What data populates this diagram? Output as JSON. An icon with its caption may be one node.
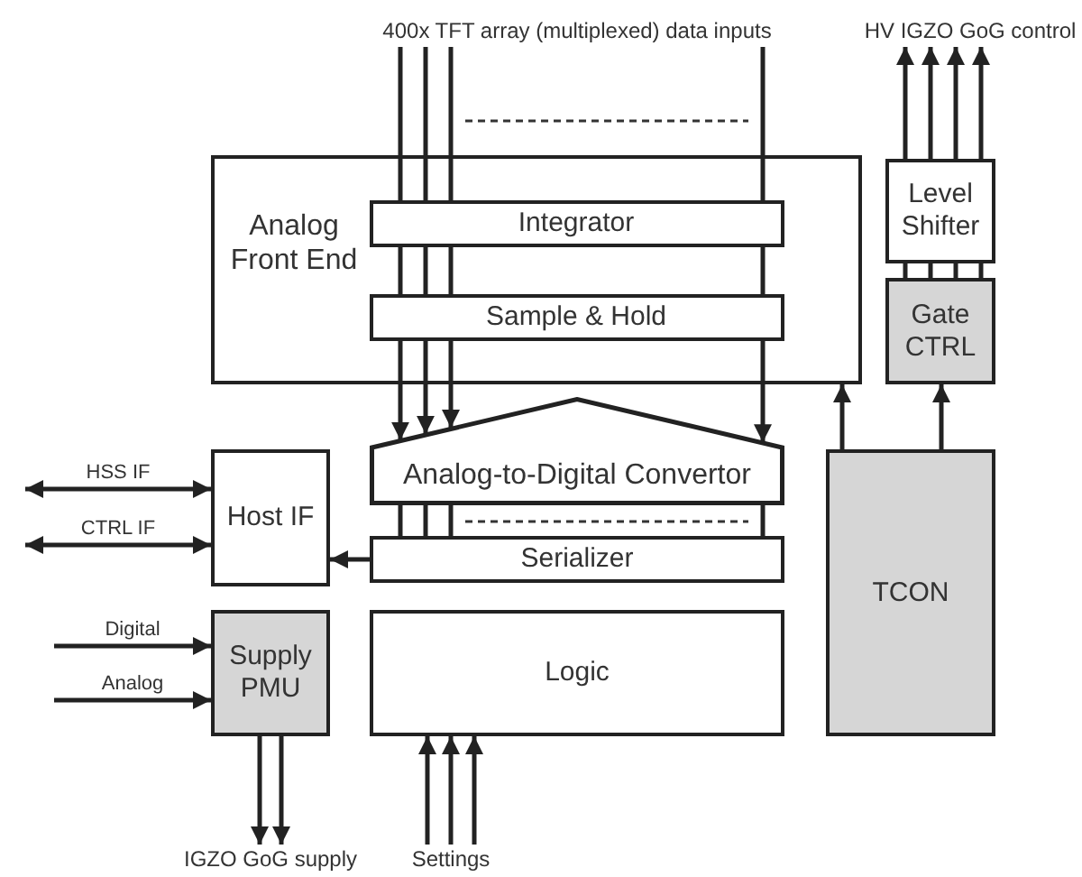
{
  "diagram": {
    "nodes": [
      {
        "text": [
          "400x TFT array (multiplexed) data inputs"
        ]
      },
      {
        "text": [
          "HV IGZO GoG control"
        ]
      },
      {
        "text": [
          "Analog Front End"
        ]
      },
      {
        "text": [
          "Integrator"
        ],
        "in": 2
      },
      {
        "text": [
          "Sample & Hold"
        ],
        "in": 2
      },
      {
        "text": [
          "Level Shifter"
        ]
      },
      {
        "text": [
          "Gate CTRL"
        ]
      },
      {
        "text": [
          "Analog-to-Digital Convertor"
        ]
      },
      {
        "text": [
          "Host IF"
        ]
      },
      {
        "text": [
          "Serializer"
        ]
      },
      {
        "text": [
          "Supply PMU"
        ]
      },
      {
        "text": [
          "Logic"
        ]
      },
      {
        "text": [
          "TCON"
        ]
      },
      {
        "text": [
          "IGZO GoG supply"
        ]
      },
      {
        "text": [
          "Settings"
        ]
      }
    ],
    "edges": [
      {
        "from": 0,
        "to": 3,
        "arrow": "none"
      },
      {
        "from": 0,
        "to": 3,
        "arrow": "none"
      },
      {
        "from": 0,
        "to": 3,
        "arrow": "none"
      },
      {
        "from": 0,
        "to": 3,
        "arrow": "none"
      },
      {
        "from": 3,
        "to": 4,
        "arrow": "none"
      },
      {
        "from": 3,
        "to": 4,
        "arrow": "none"
      },
      {
        "from": 3,
        "to": 4,
        "arrow": "none"
      },
      {
        "from": 3,
        "to": 4,
        "arrow": "none"
      },
      {
        "from": 4,
        "to": 7,
        "arrow": "to"
      },
      {
        "from": 4,
        "to": 7,
        "arrow": "to"
      },
      {
        "from": 4,
        "to": 7,
        "arrow": "to"
      },
      {
        "from": 4,
        "to": 7,
        "arrow": "to"
      },
      {
        "from": 5,
        "to": 1,
        "arrow": "to"
      },
      {
        "from": 5,
        "to": 1,
        "arrow": "to"
      },
      {
        "from": 5,
        "to": 1,
        "arrow": "to"
      },
      {
        "from": 5,
        "to": 1,
        "arrow": "to"
      },
      {
        "from": 6,
        "to": 5,
        "arrow": "none"
      },
      {
        "from": 6,
        "to": 5,
        "arrow": "none"
      },
      {
        "from": 6,
        "to": 5,
        "arrow": "none"
      },
      {
        "from": 6,
        "to": 5,
        "arrow": "none"
      },
      {
        "from": 7,
        "to": 9,
        "arrow": "none"
      },
      {
        "from": 7,
        "to": 9,
        "arrow": "none"
      },
      {
        "from": 7,
        "to": 9,
        "arrow": "none"
      },
      {
        "from": 7,
        "to": 9,
        "arrow": "none"
      },
      {
        "from": 9,
        "to": 8,
        "arrow": "to"
      },
      {
        "from": null,
        "to": 8,
        "arrow": "both",
        "label": "HSS IF"
      },
      {
        "from": null,
        "to": 8,
        "arrow": "both",
        "label": "CTRL IF"
      },
      {
        "from": null,
        "to": 10,
        "arrow": "to",
        "label": "Digital"
      },
      {
        "from": null,
        "to": 10,
        "arrow": "to",
        "label": "Analog"
      },
      {
        "from": 10,
        "to": 13,
        "arrow": "to"
      },
      {
        "from": 10,
        "to": 13,
        "arrow": "to"
      },
      {
        "from": 14,
        "to": 11,
        "arrow": "to"
      },
      {
        "from": 14,
        "to": 11,
        "arrow": "to"
      },
      {
        "from": 14,
        "to": 11,
        "arrow": "to"
      },
      {
        "from": 12,
        "to": 2,
        "arrow": "to"
      },
      {
        "from": 12,
        "to": 6,
        "arrow": "to"
      }
    ]
  }
}
